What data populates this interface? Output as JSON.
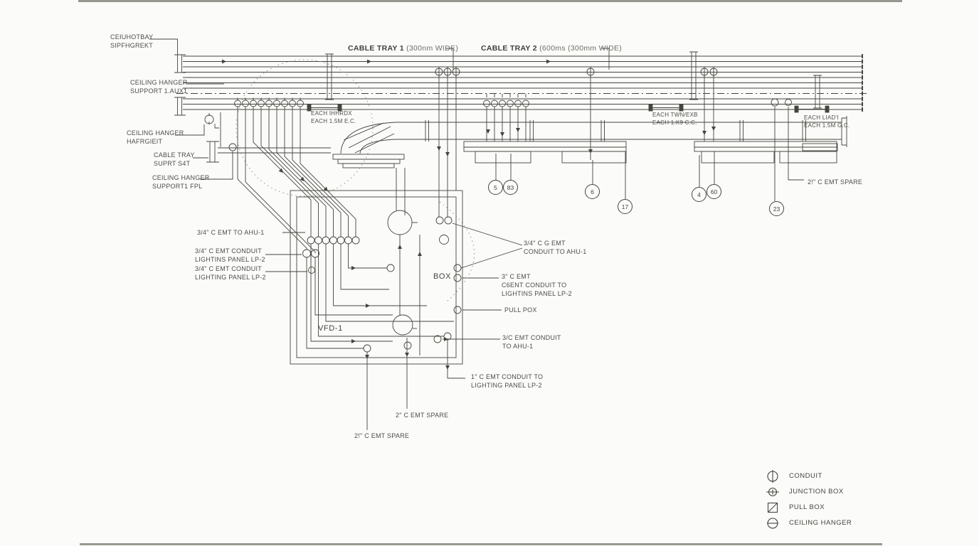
{
  "headers": {
    "cable_tray_1": {
      "name": "CABLE TRAY 1",
      "size": "(300nm WIDE)"
    },
    "cable_tray_2": {
      "name": "CABLE TRAY 2",
      "size": "(600ms (300mm WIDE)"
    }
  },
  "callouts": {
    "ceiling_tray_support": {
      "l1": "CEIUHOTBAY",
      "l2": "SIPFHGREKT"
    },
    "ceiling_hanger_support_1": {
      "l1": "CEILING HANGER",
      "l2": "SUPPORT 1.AUX1"
    },
    "ceiling_hanger_2": {
      "l1": "CEILING HANGER",
      "l2": "HAFRGIEIT"
    },
    "cable_tray_support": {
      "l1": "CABLE TRAY",
      "l2": "SUPRT S4T"
    },
    "ceiling_hanger_support_fpl": {
      "l1": "CEILING HANGER",
      "l2": "SUPPORT1 FPL"
    },
    "emt_to_ahu1": {
      "l1": "3/4\" C EMT TO AHU-1"
    },
    "emt_conduit_lp2_a": {
      "l1": "3/4\" C EMT CONDUIT",
      "l2": "LIGHTINS PANEL LP-2"
    },
    "emt_conduit_lp2_b": {
      "l1": "3/4\" C EMT CONDUIT",
      "l2": "LIGHTING PANEL LP-2"
    },
    "vfd": "VFD-1",
    "box": "BOX",
    "emt_g_ahu1": {
      "l1": "3/4\" C G EMT",
      "l2": "CONDUIT TO AHU-1"
    },
    "emt_3_lp2": {
      "l1": "3\" C EMT",
      "l2": "C6ENT CONDUIT TO",
      "l3": "LIGHTINS PANEL LP-2"
    },
    "pull_box": {
      "l1": "PULL POX"
    },
    "emt_3c_ahu1": {
      "l1": "3/C EMT CONDUIT",
      "l2": "TO AHU-1"
    },
    "emt_1_lp2": {
      "l1": "1\" C EMT CONDUIT TO",
      "l2": "LIGHTING PANEL LP-2"
    },
    "spare_mid": {
      "l1": "2\" C EMT SPARE"
    },
    "spare_low": {
      "l1": "2!\" C EMT SPARE"
    },
    "spare_right": {
      "l1": "2!\" C EMT SPARE"
    },
    "each_1": {
      "l1": "EACH IHHRDX",
      "l2": "EACH 1.5M E.C."
    },
    "each_2": {
      "l1": "EACH TWN/EXB",
      "l2": "EACH 1.K9 C.C."
    },
    "each_3": {
      "l1": "EACH LIAD'I",
      "l2": "EACH 1.5M G.C."
    }
  },
  "refs": [
    {
      "id": "5"
    },
    {
      "id": "83"
    },
    {
      "id": "6"
    },
    {
      "id": "17"
    },
    {
      "id": "4"
    },
    {
      "id": "60"
    },
    {
      "id": "23"
    }
  ],
  "legend": {
    "items": [
      {
        "icon": "conduit-icon",
        "label": "CONDUIT"
      },
      {
        "icon": "junction-box-icon",
        "label": "JUNCTION BOX"
      },
      {
        "icon": "pull-box-icon",
        "label": "PULL BOX"
      },
      {
        "icon": "ceiling-hanger-icon",
        "label": "CEILING HANGER"
      }
    ]
  },
  "colors": {
    "ink": "#45443f",
    "dotted": "#8e8d86",
    "edge": "#97968f"
  }
}
